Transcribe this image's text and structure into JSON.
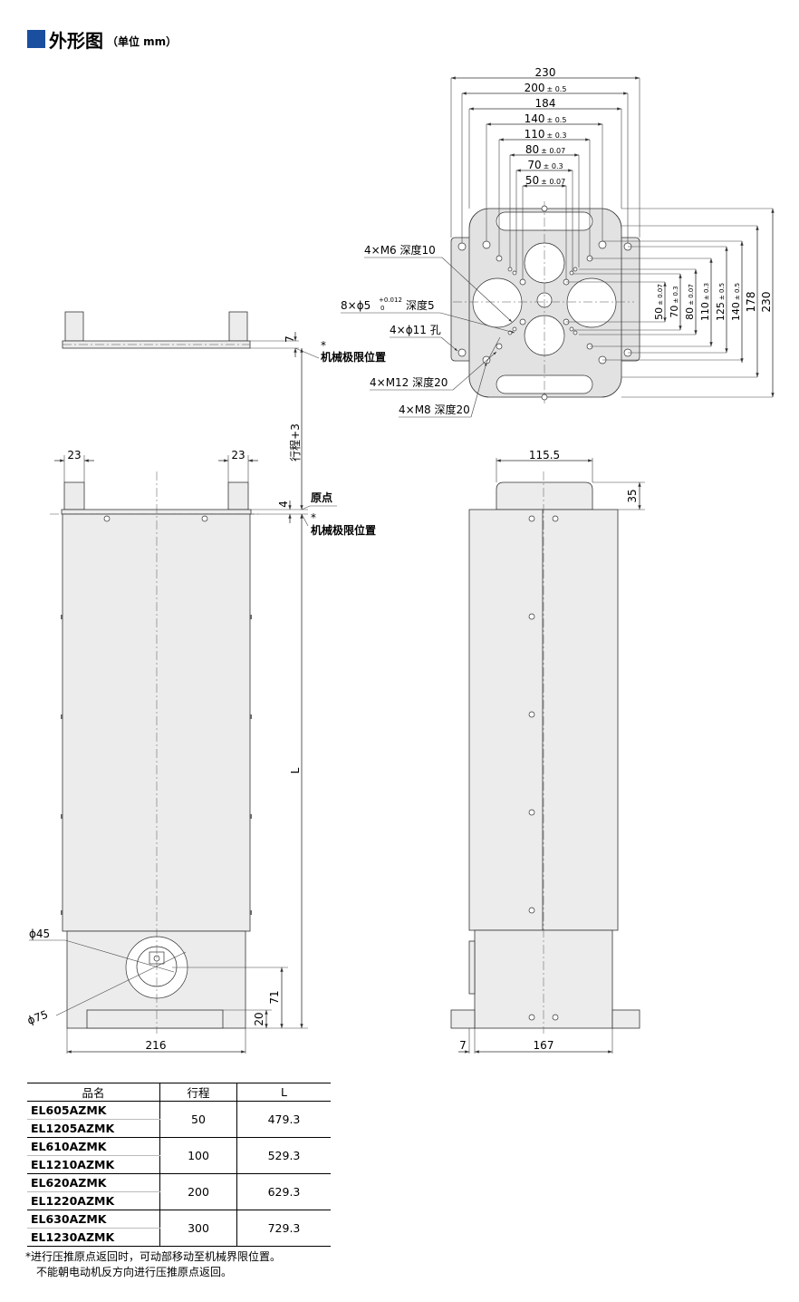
{
  "header": {
    "title": "外形图",
    "unit": "（单位 mm）"
  },
  "top_view": {
    "widths": [
      "230",
      "184"
    ],
    "widths_tol": [
      {
        "nominal": "200",
        "tol": "± 0.5"
      },
      {
        "nominal": "140",
        "tol": "± 0.5"
      },
      {
        "nominal": "110",
        "tol": "± 0.3"
      },
      {
        "nominal": "80",
        "tol": "± 0.07"
      },
      {
        "nominal": "70",
        "tol": "± 0.3"
      },
      {
        "nominal": "50",
        "tol": "± 0.07"
      }
    ],
    "heights": [
      {
        "nominal": "50",
        "tol": "± 0.07"
      },
      {
        "nominal": "70",
        "tol": "± 0.3"
      },
      {
        "nominal": "80",
        "tol": "± 0.07"
      },
      {
        "nominal": "110",
        "tol": "± 0.3"
      },
      {
        "nominal": "125",
        "tol": "± 0.5"
      },
      {
        "nominal": "140",
        "tol": "± 0.5"
      },
      {
        "nominal": "178",
        "tol": ""
      },
      {
        "nominal": "230",
        "tol": ""
      }
    ],
    "callouts": {
      "m6": "4×M6 深度10",
      "pin_a": "8×ϕ5",
      "pin_tol_upper": "+0.012",
      "pin_tol_lower": "0",
      "pin_b": "深度5",
      "hole11": "4×ϕ11 孔",
      "m12": "4×M12 深度20",
      "m8": "4×M8 深度20"
    }
  },
  "side_top": {
    "dim": "7",
    "mech_limit": "机械极限位置",
    "star": "*"
  },
  "front_view": {
    "post_w_left": "23",
    "post_w_right": "23",
    "stroke": "行程+3",
    "origin_offset": "4",
    "origin": "原点",
    "mech_limit": "机械极限位置",
    "star": "*",
    "length": "L",
    "d45": "ϕ45",
    "d75": "ϕ75",
    "h71": "71",
    "h20": "20",
    "width": "216"
  },
  "side_view": {
    "top_w": "115.5",
    "top_h": "35",
    "offset": "7",
    "width": "167"
  },
  "table": {
    "headers": [
      "品名",
      "行程",
      "L"
    ],
    "rows": [
      {
        "models": [
          "EL605AZMK",
          "EL1205AZMK"
        ],
        "stroke": "50",
        "L": "479.3"
      },
      {
        "models": [
          "EL610AZMK",
          "EL1210AZMK"
        ],
        "stroke": "100",
        "L": "529.3"
      },
      {
        "models": [
          "EL620AZMK",
          "EL1220AZMK"
        ],
        "stroke": "200",
        "L": "629.3"
      },
      {
        "models": [
          "EL630AZMK",
          "EL1230AZMK"
        ],
        "stroke": "300",
        "L": "729.3"
      }
    ]
  },
  "notes": [
    "*进行压推原点返回时，可动部移动至机械界限位置。",
    "不能朝电动机反方向进行压推原点返回。"
  ]
}
